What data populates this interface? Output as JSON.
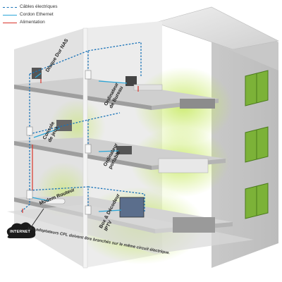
{
  "colors": {
    "electric": "#1a73b8",
    "ethernet": "#2aa6d8",
    "power": "#d9342b",
    "glow": "#b9e04a",
    "wall": "#e4e4e4"
  },
  "legend": [
    {
      "label": "Câbles électriques",
      "color": "#1a73b8",
      "style": "dashed"
    },
    {
      "label": "Cordon Ethernet",
      "color": "#2aa6d8",
      "style": "solid"
    },
    {
      "label": "Alimentation",
      "color": "#d9342b",
      "style": "solid"
    }
  ],
  "labels": {
    "nas": "Disque Dur NAS",
    "console": "Console\nde jeux",
    "modem": "Modem Routeur",
    "desktop": "Ordinateur\nde Bureau",
    "laptop": "Ordinateur\nportable",
    "box": "Box & Décodeur\nIPTV",
    "internet": "INTERNET"
  },
  "footnote": "Les adaptateurs CPL doivent être branchés sur le même circuit électrique."
}
